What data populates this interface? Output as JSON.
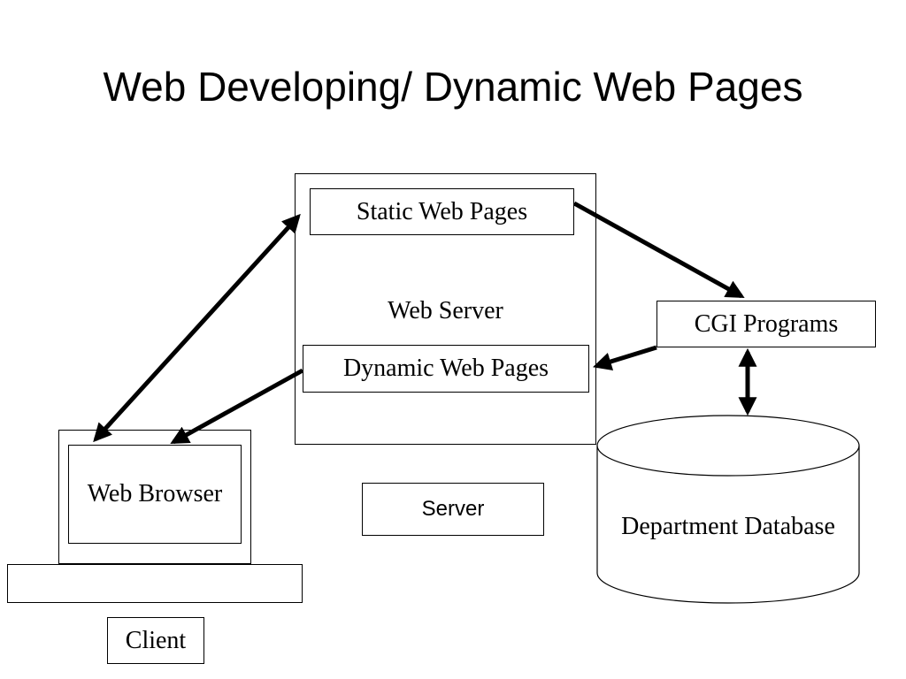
{
  "title": "Web Developing/ Dynamic Web Pages",
  "nodes": {
    "web_server": "Web Server",
    "static_pages": "Static Web Pages",
    "dynamic_pages": "Dynamic Web Pages",
    "cgi_programs": "CGI Programs",
    "database": "Department Database",
    "web_browser": "Web Browser",
    "server_label": "Server",
    "client_label": "Client"
  }
}
